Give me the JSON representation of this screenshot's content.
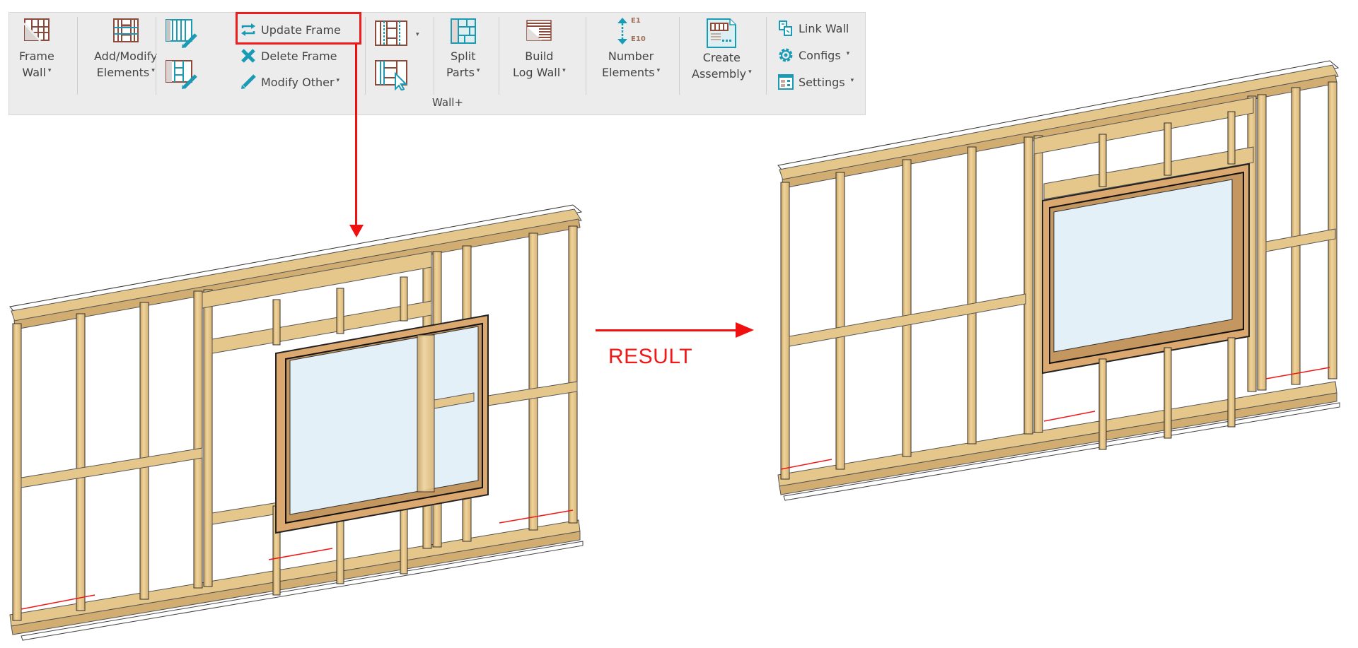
{
  "ribbon": {
    "panel_label": "Wall+",
    "buttons": {
      "frame_wall": {
        "line1": "Frame",
        "line2": "Wall",
        "caret": "▾"
      },
      "add_modify": {
        "line1": "Add/Modify",
        "line2": "Elements",
        "caret": "▾"
      },
      "update_frame": {
        "label": "Update Frame"
      },
      "delete_frame": {
        "label": "Delete Frame"
      },
      "modify_other": {
        "label": "Modify Other",
        "caret": "▾"
      },
      "openings": {
        "caret": "▾"
      },
      "split_parts": {
        "line1": "Split",
        "line2": "Parts",
        "caret": "▾"
      },
      "build_log_wall": {
        "line1": "Build",
        "line2": "Log Wall",
        "caret": "▾"
      },
      "number_elements": {
        "line1": "Number",
        "line2": "Elements",
        "caret": "▾",
        "badge_top": "E1",
        "badge_bottom": "E10"
      },
      "create_assembly": {
        "line1": "Create",
        "line2": "Assembly",
        "caret": "▾"
      },
      "link_wall": {
        "label": "Link Wall"
      },
      "configs": {
        "label": "Configs",
        "caret": "▾"
      },
      "settings": {
        "label": "Settings",
        "caret": "▾"
      }
    }
  },
  "annotation": {
    "result_label": "RESULT",
    "highlight_color": "#ee1c1c"
  },
  "colors": {
    "ribbon_bg": "#ececec",
    "icon_brown": "#8b4a3a",
    "icon_teal": "#1a9bb5",
    "wood": "#e9c98c",
    "wood_dark": "#c9a265",
    "glass": "#e3f0f8"
  }
}
